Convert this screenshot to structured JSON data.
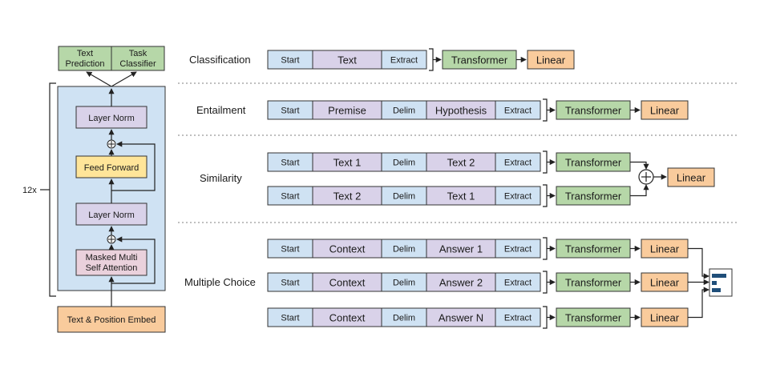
{
  "colors": {
    "blue": "#cfe2f3",
    "blue_panel": "#cfe2f3",
    "purple": "#d9d2e9",
    "green": "#b6d7a8",
    "orange": "#f9cb9c",
    "yellow": "#ffe599",
    "pink": "#ead1dc",
    "bar": "#1f4e79"
  },
  "left": {
    "text_prediction": [
      "Text",
      "Prediction"
    ],
    "task_classifier": [
      "Task",
      "Classifier"
    ],
    "layer_norm_top": "Layer Norm",
    "feed_forward": "Feed Forward",
    "layer_norm_bottom": "Layer Norm",
    "masked_attention": [
      "Masked Multi",
      "Self Attention"
    ],
    "repeat": "12x",
    "embed": "Text & Position Embed"
  },
  "tasks": {
    "classification": {
      "label": "Classification",
      "tokens": [
        "Start",
        "Text",
        "Extract"
      ],
      "transformer": "Transformer",
      "linear": "Linear"
    },
    "entailment": {
      "label": "Entailment",
      "tokens": [
        "Start",
        "Premise",
        "Delim",
        "Hypothesis",
        "Extract"
      ],
      "transformer": "Transformer",
      "linear": "Linear"
    },
    "similarity": {
      "label": "Similarity",
      "rows": [
        [
          "Start",
          "Text 1",
          "Delim",
          "Text 2",
          "Extract"
        ],
        [
          "Start",
          "Text 2",
          "Delim",
          "Text 1",
          "Extract"
        ]
      ],
      "transformer": "Transformer",
      "linear": "Linear"
    },
    "multiple_choice": {
      "label": "Multiple Choice",
      "rows": [
        [
          "Start",
          "Context",
          "Delim",
          "Answer 1",
          "Extract"
        ],
        [
          "Start",
          "Context",
          "Delim",
          "Answer 2",
          "Extract"
        ],
        [
          "Start",
          "Context",
          "Delim",
          "Answer N",
          "Extract"
        ]
      ],
      "transformer": "Transformer",
      "linear": "Linear"
    }
  }
}
